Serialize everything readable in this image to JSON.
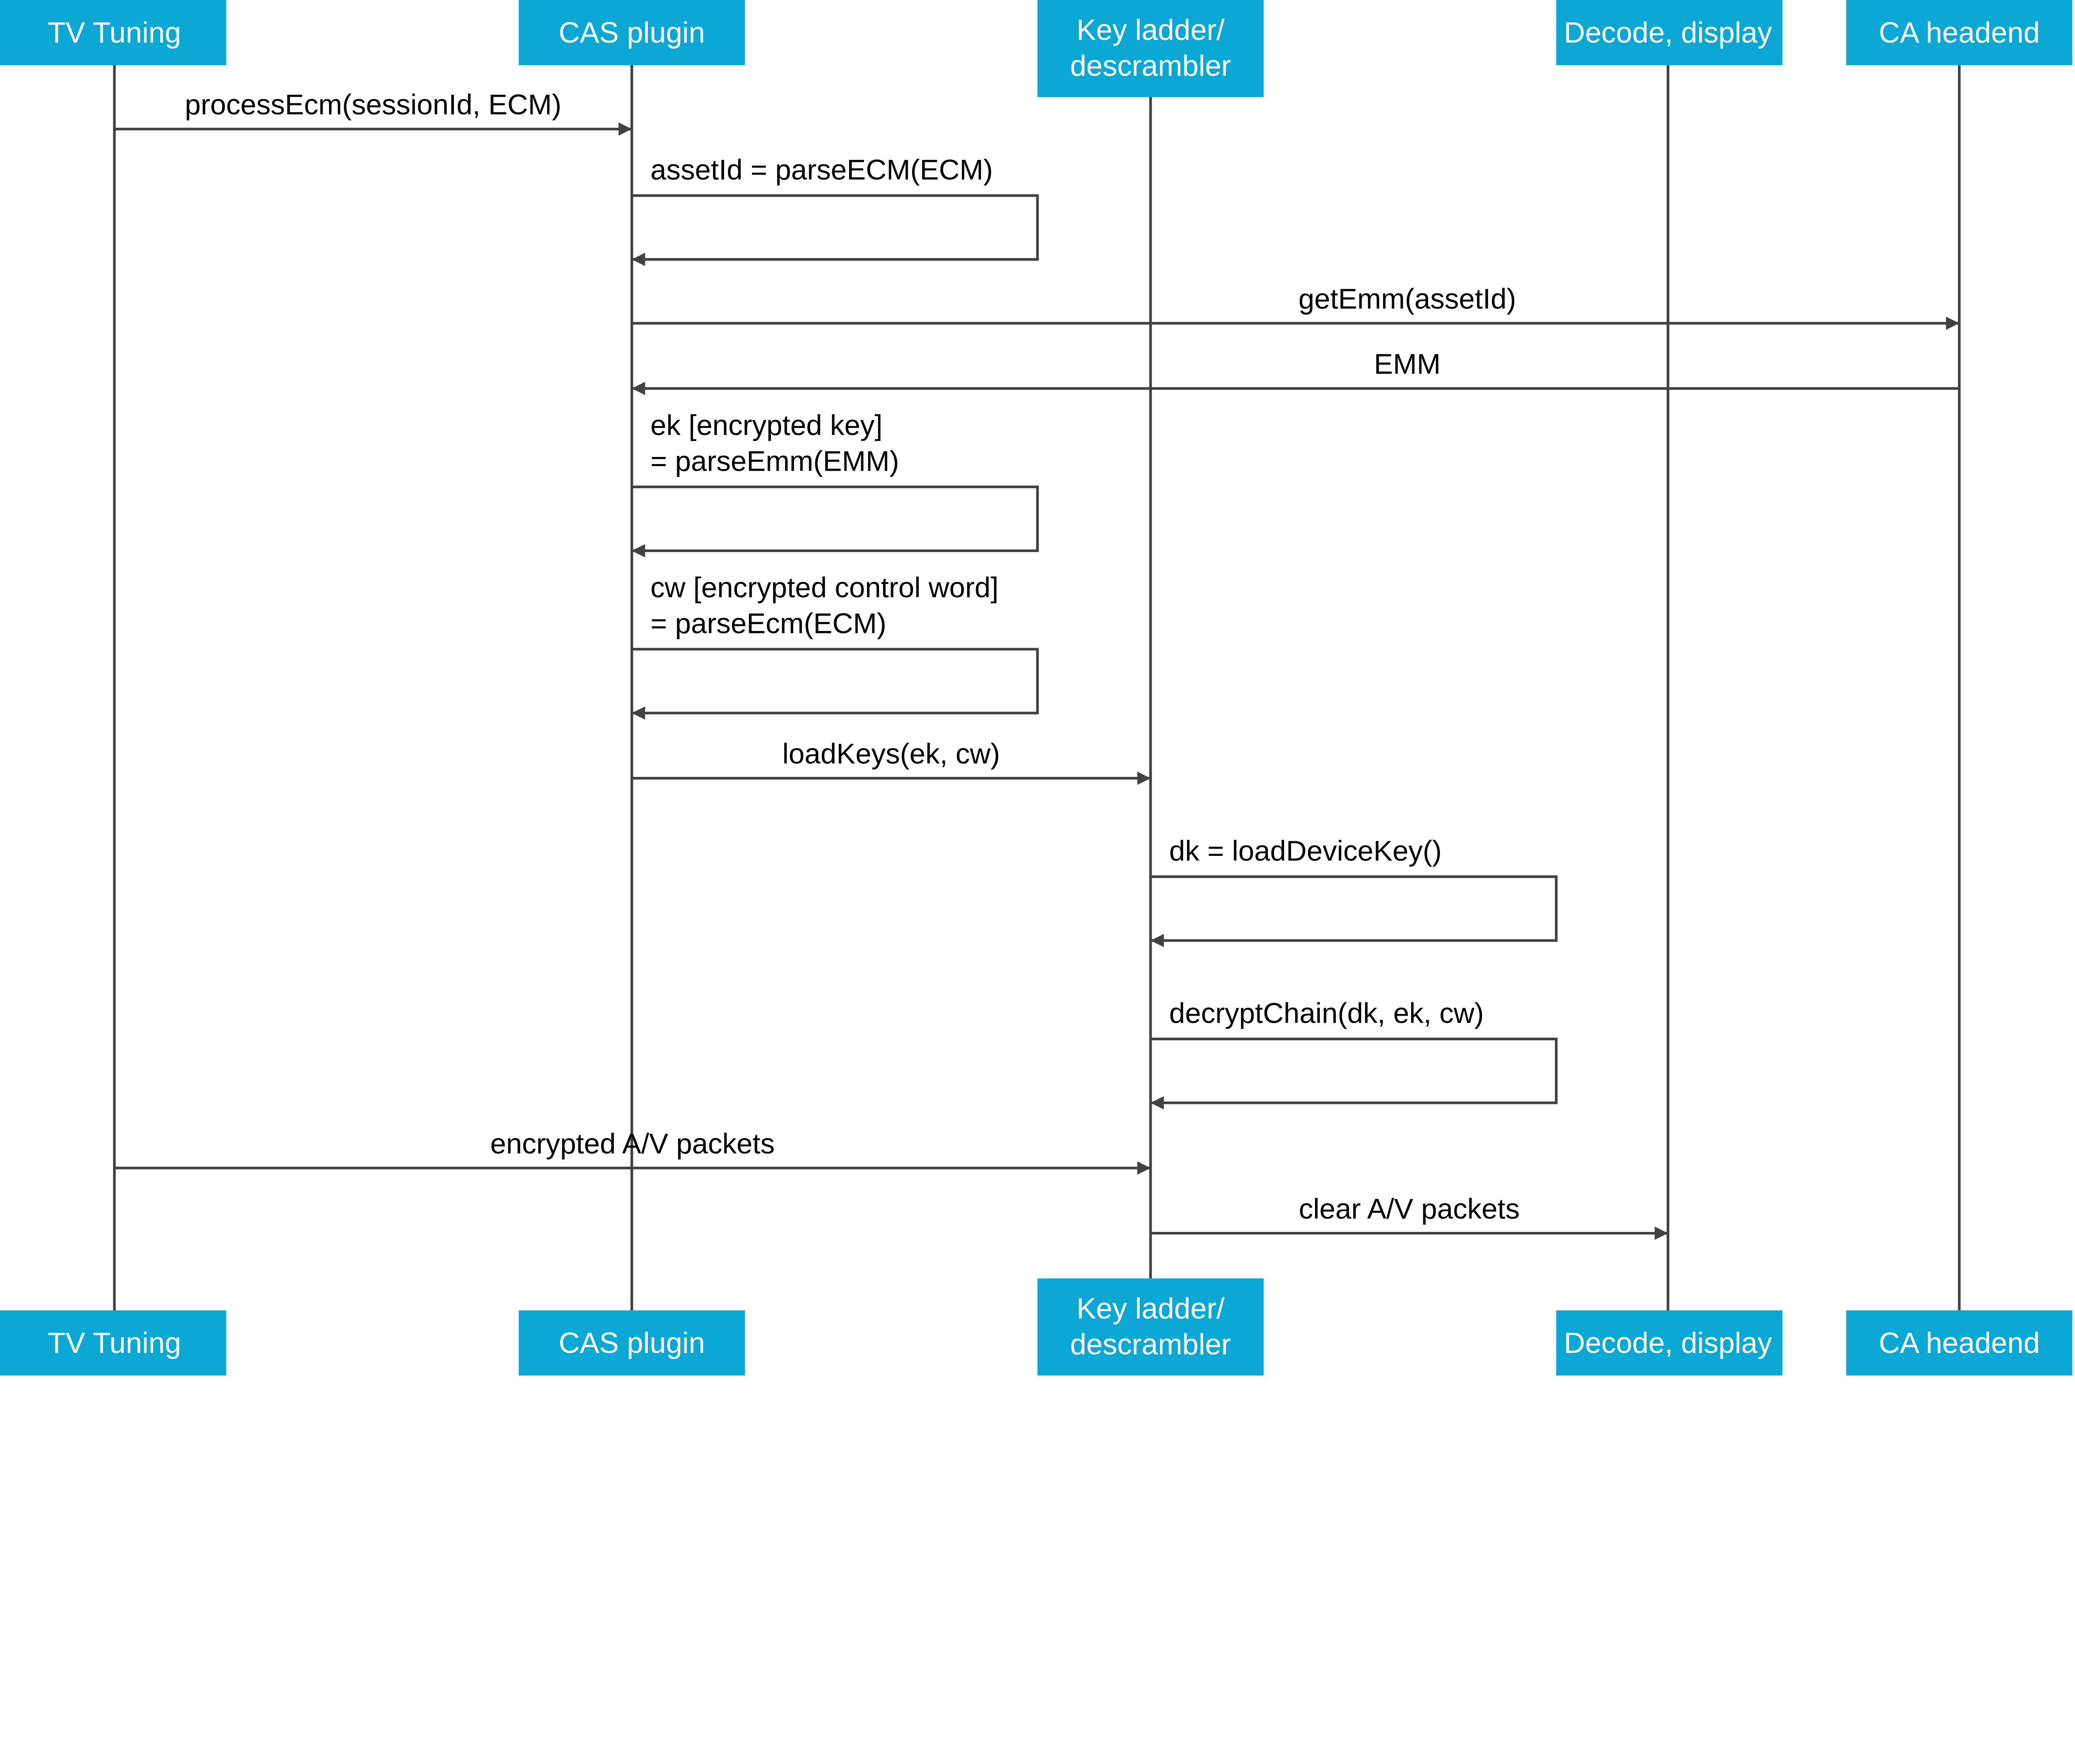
{
  "colors": {
    "participant_fill": "#0BA8D6",
    "line": "#424242",
    "text": "#000000",
    "participant_text": "#FFFFFF"
  },
  "participants": [
    {
      "lines": [
        "TV Tuning"
      ]
    },
    {
      "lines": [
        "CAS plugin"
      ]
    },
    {
      "lines": [
        "Key ladder/",
        "descrambler"
      ]
    },
    {
      "lines": [
        "Decode, display"
      ]
    },
    {
      "lines": [
        "CA headend"
      ]
    }
  ],
  "messages": [
    {
      "from": 0,
      "to": 1,
      "lines": [
        "processEcm(sessionId, ECM)"
      ]
    },
    {
      "from": 1,
      "to": 1,
      "lines": [
        "assetId = parseECM(ECM)"
      ]
    },
    {
      "from": 1,
      "to": 4,
      "lines": [
        "getEmm(assetId)"
      ]
    },
    {
      "from": 4,
      "to": 1,
      "lines": [
        "EMM"
      ]
    },
    {
      "from": 1,
      "to": 1,
      "lines": [
        "ek [encrypted key]",
        "= parseEmm(EMM)"
      ]
    },
    {
      "from": 1,
      "to": 1,
      "lines": [
        "cw [encrypted control word]",
        "= parseEcm(ECM)"
      ]
    },
    {
      "from": 1,
      "to": 2,
      "lines": [
        "loadKeys(ek, cw)"
      ]
    },
    {
      "from": 2,
      "to": 2,
      "lines": [
        "dk = loadDeviceKey()"
      ]
    },
    {
      "from": 2,
      "to": 2,
      "lines": [
        "decryptChain(dk, ek, cw)"
      ]
    },
    {
      "from": 0,
      "to": 2,
      "lines": [
        "encrypted A/V packets"
      ]
    },
    {
      "from": 2,
      "to": 3,
      "lines": [
        "clear A/V packets"
      ]
    }
  ]
}
